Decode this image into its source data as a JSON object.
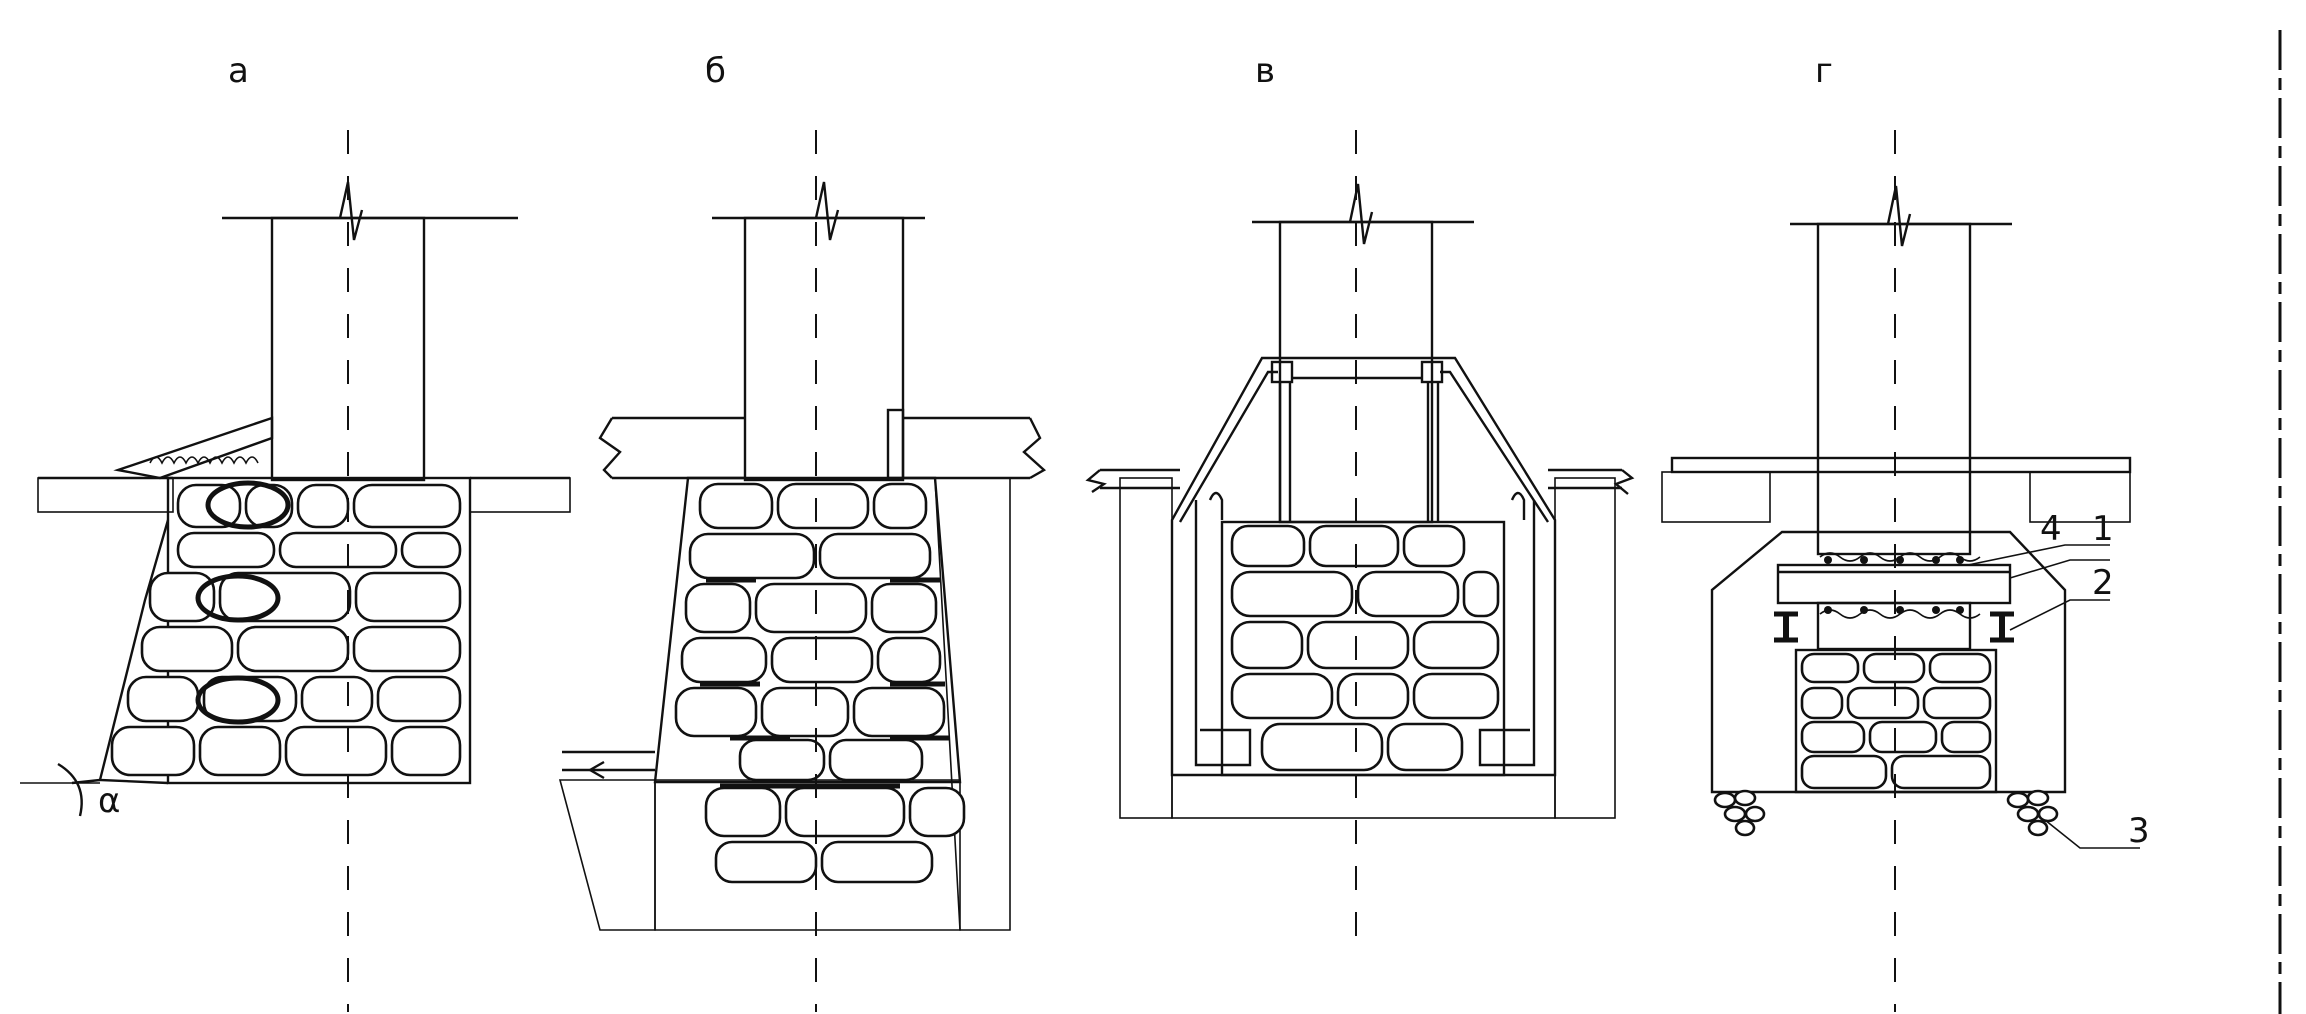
{
  "figure": {
    "panels": [
      {
        "id": "a",
        "label": "а"
      },
      {
        "id": "b",
        "label": "б"
      },
      {
        "id": "v",
        "label": "в"
      },
      {
        "id": "g",
        "label": "г"
      }
    ],
    "angle_symbol": "α",
    "callouts": [
      {
        "label": "1"
      },
      {
        "label": "2"
      },
      {
        "label": "3"
      },
      {
        "label": "4"
      }
    ]
  }
}
